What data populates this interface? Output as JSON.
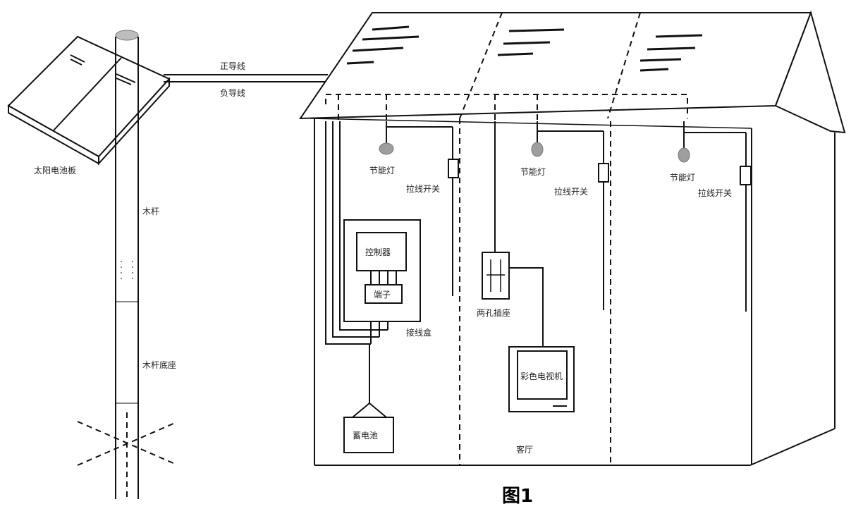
{
  "labels": {
    "solar_panel": "太阳电池板",
    "pole": "木杆",
    "pole_base": "木杆底座",
    "wire_top": "正导线",
    "wire_bottom": "负导线",
    "lamp1": "节能灯",
    "switch1": "拉线开关",
    "controller": "控制器",
    "terminal": "端子",
    "junction": "接线盒",
    "lamp2": "节能灯",
    "switch2": "拉线开关",
    "socket": "两孔插座",
    "tv": "彩色电视机",
    "battery": "蓄电池",
    "lamp3": "节能灯",
    "switch3": "拉线开关",
    "room": "客厅",
    "caption": "图1"
  }
}
